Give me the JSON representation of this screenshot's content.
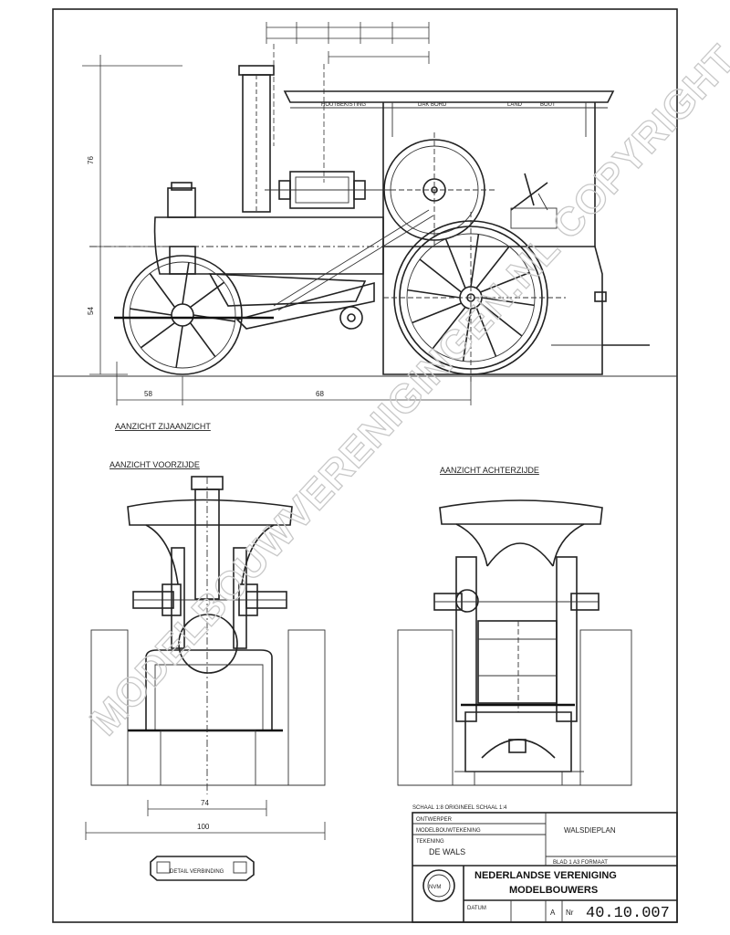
{
  "views": {
    "side": {
      "caption": "AANZICHT ZIJAANZICHT"
    },
    "front": {
      "caption": "AANZICHT VOORZIJDE"
    },
    "rear": {
      "caption": "AANZICHT ACHTERZIJDE"
    }
  },
  "detail": {
    "caption": "DETAIL VERBINDING"
  },
  "roof_labels": [
    "HOUTBEKISTING",
    "DAK BORD",
    "LAND",
    "BOUT"
  ],
  "dimensions": {
    "overall_height": "76",
    "lower_height": "54",
    "front_wheel": "58",
    "wheelbase": "68",
    "front_width": "74",
    "overall_width": "100"
  },
  "scale_note": "SCHAAL 1:8 ORIGINEEL SCHAAL 1:4",
  "title_block": {
    "fields": [
      "ONTWERPER",
      "MODELBOUWTEKENING",
      "TEKENING"
    ],
    "drawing_title": "WALSDIEPLAN",
    "subject": "DE WALS",
    "sheet_info": "BLAD 1  A3 FORMAAT",
    "org_line1": "NEDERLANDSE VERENIGING",
    "org_line2": "MODELBOUWERS",
    "date_label": "DATUM",
    "size_label": "A",
    "nr_label": "Nr",
    "drawing_number": "40.10.007",
    "logo_text": "NVM"
  },
  "watermark": "MODELBOUWVERENIGINGEN.NL COPYRIGHT"
}
